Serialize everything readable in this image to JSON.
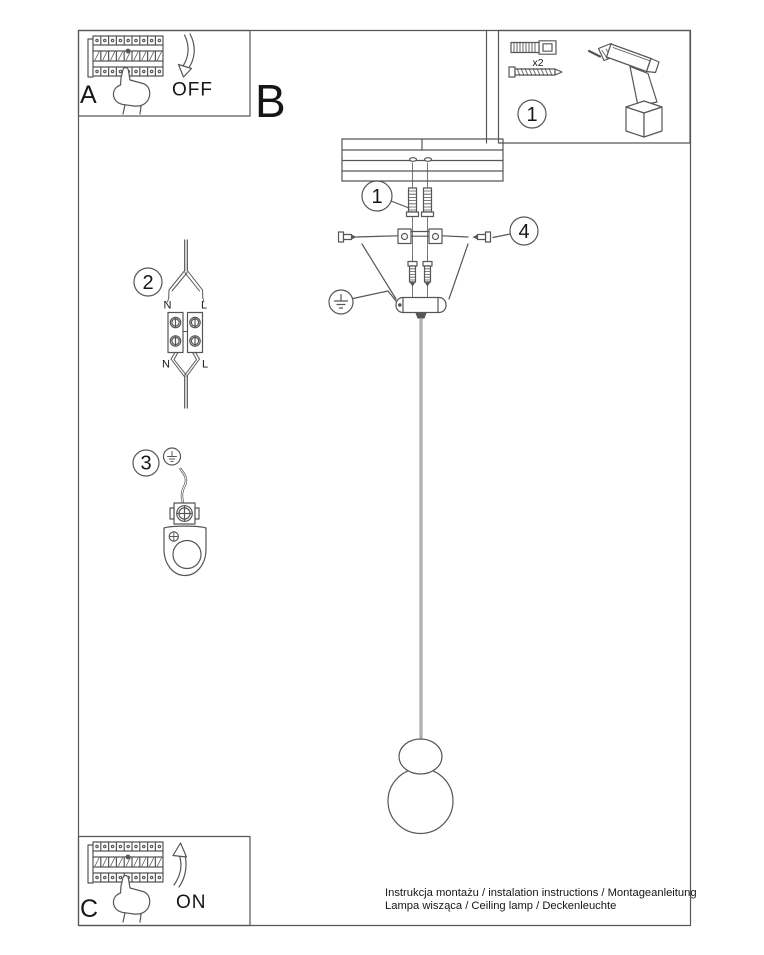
{
  "labels": {
    "panel_a": "A",
    "section_b": "B",
    "panel_c": "C",
    "power_off": "OFF",
    "power_on": "ON",
    "tools_qty": "x2"
  },
  "steps": {
    "tools": "1",
    "plugs": "1",
    "wiring": "2",
    "ground": "3",
    "screws": "4"
  },
  "wiring": {
    "top_n": "N",
    "top_l": "L",
    "bottom_n": "N",
    "bottom_l": "L"
  },
  "footer": {
    "line1": "Instrukcja montażu / instalation instructions / Montageanleitung",
    "line2": "Lampa wisząca / Ceiling lamp / Deckenleuchte"
  },
  "colors": {
    "line": "#565656",
    "text": "#161616",
    "background": "#ffffff"
  }
}
